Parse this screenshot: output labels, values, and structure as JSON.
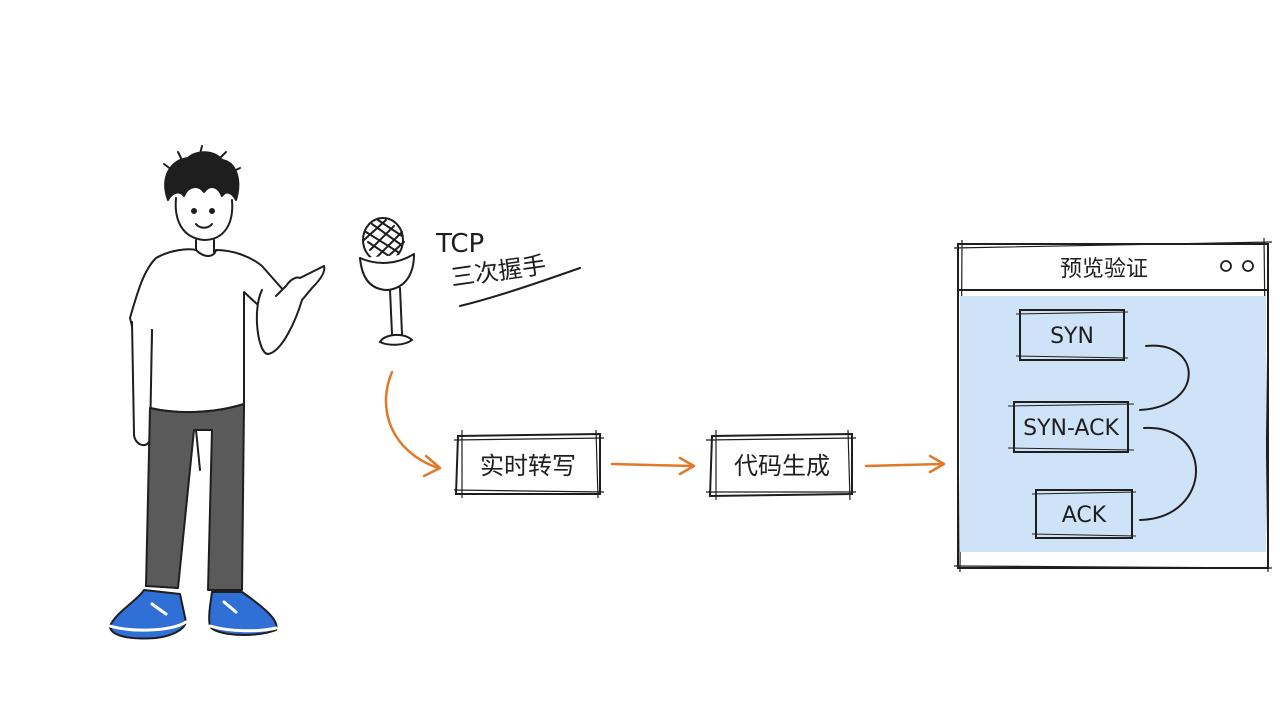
{
  "speech": {
    "line1": "TCP",
    "line2": "三次握手"
  },
  "pipeline": {
    "step1": "实时转写",
    "step2": "代码生成"
  },
  "preview": {
    "title": "预览验证",
    "syn": "SYN",
    "synack": "SYN-ACK",
    "ack": "ACK"
  },
  "colors": {
    "arrow": "#e07a2a",
    "preview_bg": "#cfe3f8",
    "shoe": "#2f6fd6",
    "pants": "#5a5a5a",
    "ink": "#1e1e1e"
  },
  "icons": {
    "speaker": "person-pointing-icon",
    "microphone": "microphone-icon"
  }
}
